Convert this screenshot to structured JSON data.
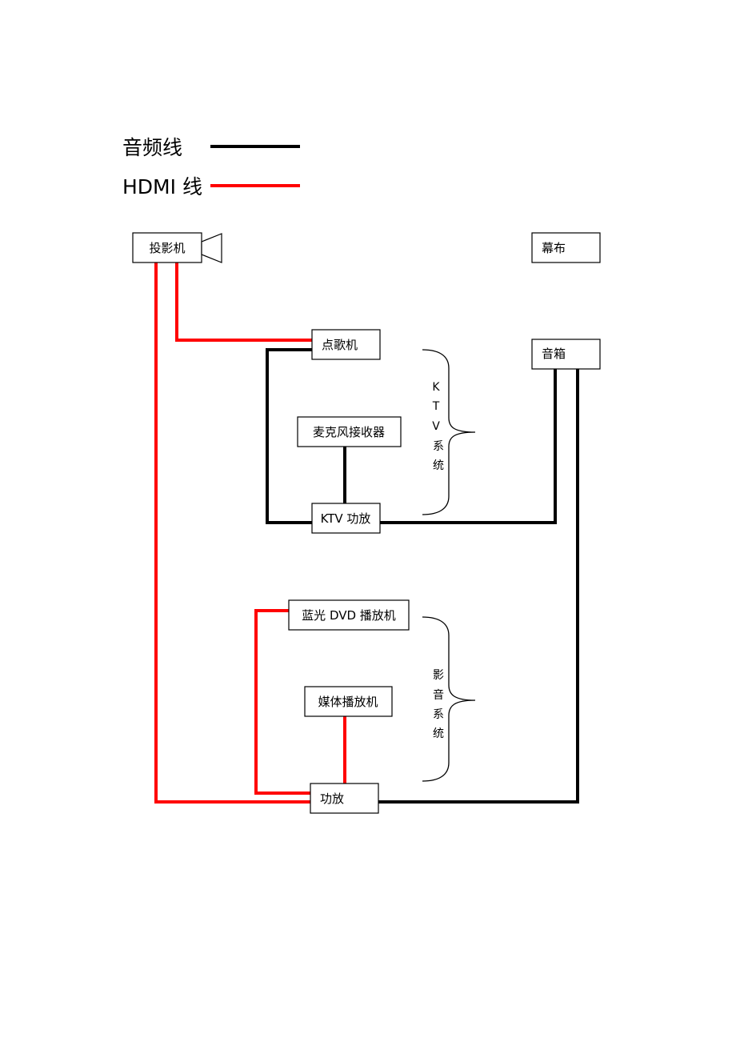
{
  "legend": {
    "audio_label": "音频线",
    "hdmi_label": "HDMI 线",
    "audio_color": "#000000",
    "hdmi_color": "#ff0000"
  },
  "devices": {
    "projector": "投影机",
    "screen": "幕布",
    "karaoke_player": "点歌机",
    "speaker": "音箱",
    "mic_receiver": "麦克风接收器",
    "ktv_amp": "KTV 功放",
    "bluray_player": "蓝光 DVD 播放机",
    "media_player": "媒体播放机",
    "amp": "功放"
  },
  "groups": {
    "ktv_system": [
      "K",
      "T",
      "V",
      "系",
      "统"
    ],
    "av_system": [
      "影",
      "音",
      "系",
      "统"
    ]
  }
}
